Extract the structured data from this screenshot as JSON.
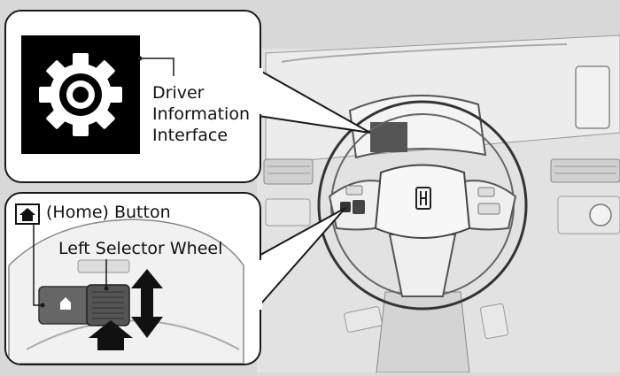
{
  "callouts": {
    "driver_info": {
      "line1": "Driver",
      "line2": "Information",
      "line3": "Interface"
    },
    "home_button": {
      "label": "(Home) Button"
    },
    "left_selector_wheel": {
      "label": "Left Selector Wheel"
    }
  },
  "icons": {
    "settings": "gear-icon",
    "home": "home-icon",
    "scroll": "double-arrow-icon",
    "press": "up-arrow-icon"
  },
  "colors": {
    "background": "#d8d8d8",
    "panel": "#ffffff",
    "outline": "#1a1a1a",
    "highlight": "#555555"
  }
}
